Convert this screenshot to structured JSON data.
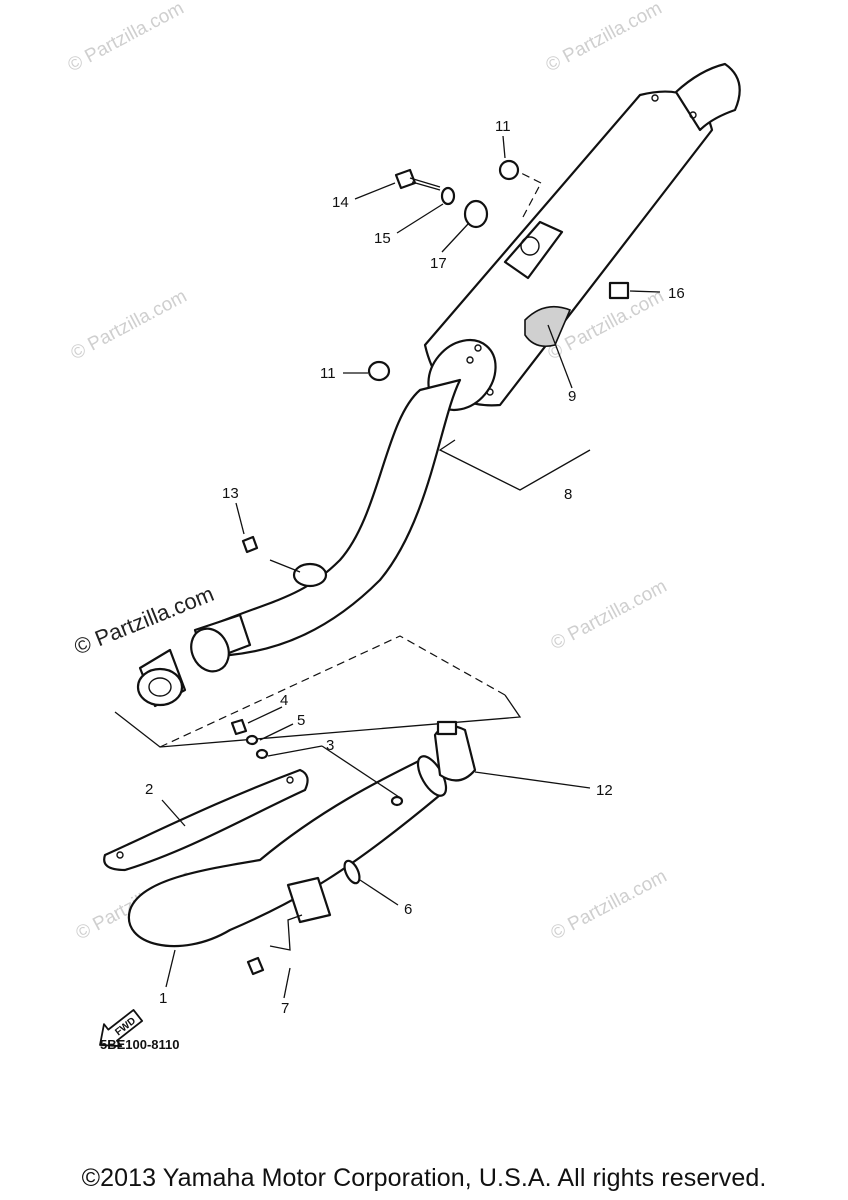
{
  "watermark": "© Partzilla.com",
  "callouts": {
    "c1": "1",
    "c2": "2",
    "c3": "3",
    "c4": "4",
    "c5": "5",
    "c6": "6",
    "c7": "7",
    "c8": "8",
    "c9": "9",
    "c11a": "11",
    "c11b": "11",
    "c12": "12",
    "c13": "13",
    "c14": "14",
    "c15": "15",
    "c16": "16",
    "c17": "17"
  },
  "fwd_label": "FWD",
  "diagram_code": "5BE100-8110",
  "copyright": "©2013 Yamaha Motor Corporation, U.S.A. All rights reserved."
}
